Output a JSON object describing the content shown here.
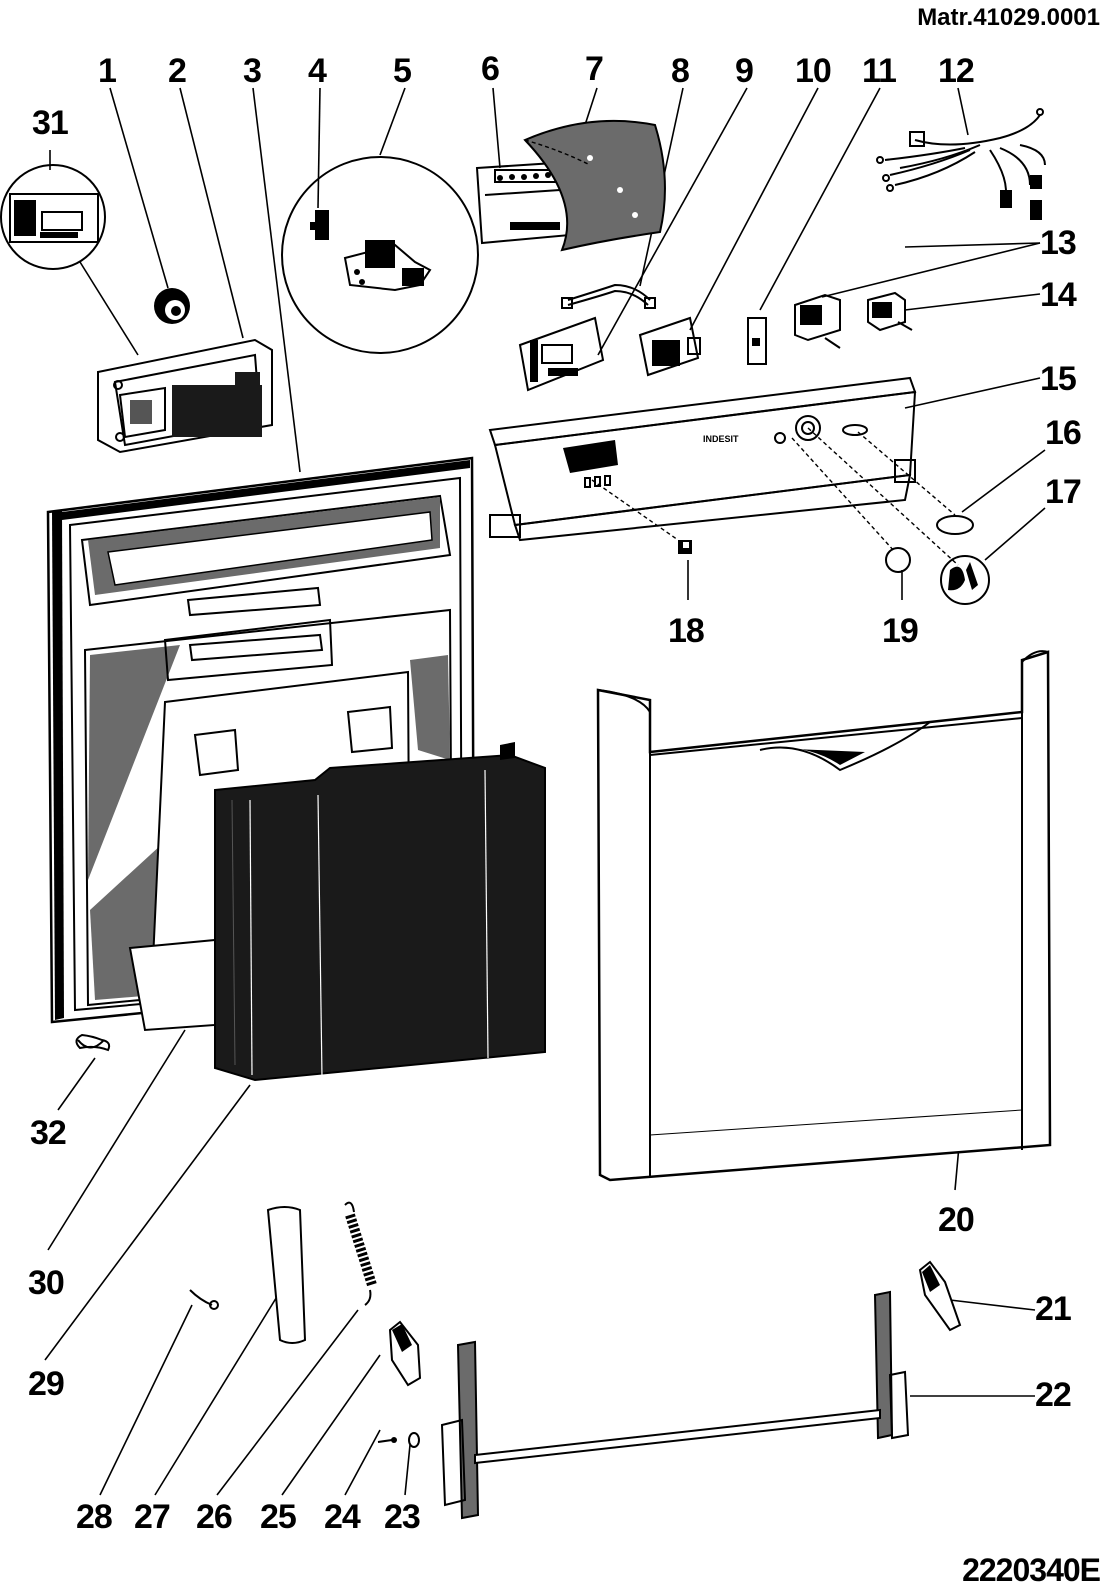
{
  "header": {
    "material_ref": "Matr.41029.0001"
  },
  "footer": {
    "drawing_code": "2220340E"
  },
  "callouts": [
    "1",
    "2",
    "3",
    "4",
    "5",
    "6",
    "7",
    "8",
    "9",
    "10",
    "11",
    "12",
    "13",
    "14",
    "15",
    "16",
    "17",
    "18",
    "19",
    "20",
    "21",
    "22",
    "23",
    "24",
    "25",
    "26",
    "27",
    "28",
    "29",
    "30",
    "31",
    "32"
  ],
  "panel": {
    "brand": "INDESIT"
  },
  "colors": {
    "line": "#000000",
    "dark_fill": "#1a1a1a",
    "mid_fill": "#6b6b6b",
    "light_fill": "#ffffff"
  }
}
